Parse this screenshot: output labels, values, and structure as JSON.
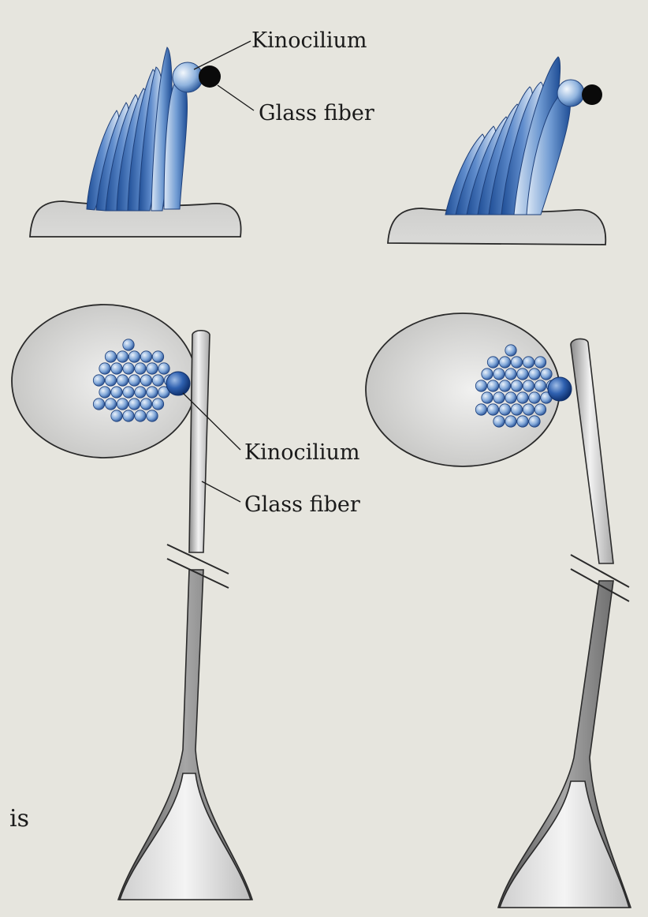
{
  "labels": {
    "top_kinocilium": "Kinocilium",
    "top_glass_fiber": "Glass fiber",
    "bottom_kinocilium": "Kinocilium",
    "bottom_glass_fiber": "Glass fiber"
  },
  "margin_text": "is",
  "colors": {
    "background": "#e6e5de",
    "cell": "#cfcfcd",
    "stereocilia_dark": "#1f4e96",
    "stereocilia_light": "#d8e6f5",
    "glass_fiber_tip": "#0a0a0a",
    "fiber_light": "#e4e4e4",
    "fiber_dark": "#6f6f6f"
  }
}
